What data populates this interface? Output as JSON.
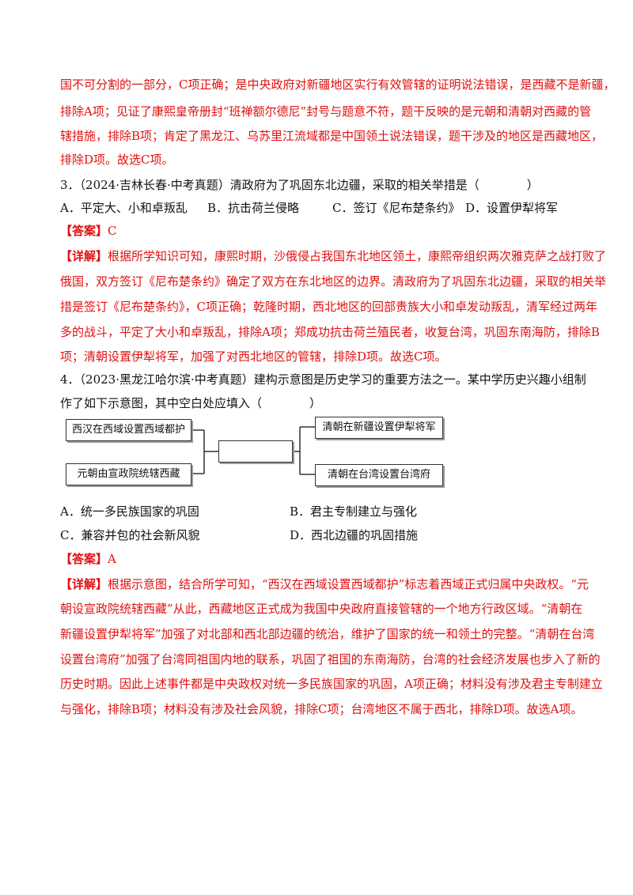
{
  "carryover": {
    "lines": [
      "国不可分割的一部分，C项正确；是中央政府对新疆地区实行有效管辖的证明说法错误，是西藏不是新疆，",
      "排除A项；见证了康熙皇帝册封“班禅额尔德尼”封号与题意不符，题干反映的是元朝和清朝对西藏的管",
      "辖措施，排除B项；肯定了黑龙江、乌苏里江流域都是中国领土说法错误，题干涉及的地区是西藏地区，",
      "排除D项。故选C项。"
    ]
  },
  "q3": {
    "stem": "3．（2024·吉林长春·中考真题）清政府为了巩固东北边疆，采取的相关举措是（　　　　）",
    "options": [
      "A．平定大、小和卓叛乱",
      "B．抗击荷兰侵略",
      "C．签订《尼布楚条约》",
      "D．设置伊犁将军"
    ],
    "answer_tag": "【答案】",
    "answer": "C",
    "analysis_tag": "【详解】",
    "analysis_first": "根据所学知识可知，康熙时期，沙俄侵占我国东北地区领土，康熙帝组织两次雅克萨之战打败了",
    "analysis_lines": [
      "俄国，双方签订《尼布楚条约》确定了双方在东北地区的边界。清政府为了巩固东北边疆，采取的相关举",
      "措是签订《尼布楚条约》，C项正确；乾隆时期，西北地区的回部贵族大小和卓发动叛乱，清军经过两年",
      "多的战斗，平定了大小和卓叛乱，排除A项；郑成功抗击荷兰殖民者，收复台湾，巩固东南海防，排除B",
      "项；清朝设置伊犁将军，加强了对西北地区的管辖，排除D项。故选C项。"
    ]
  },
  "q4": {
    "stem_lines": [
      "4．（2023·黑龙江哈尔滨·中考真题）建构示意图是历史学习的重要方法之一。某中学历史兴趣小组制",
      "作了如下示意图，其中空白处应填入（　　　　）"
    ],
    "diagram": {
      "left_top": "西汉在西域设置西域都护",
      "left_bottom": "元朝由宣政院统辖西藏",
      "center": "",
      "right_top": "清朝在新疆设置伊犁将军",
      "right_bottom": "清朝在台湾设置台湾府"
    },
    "options": [
      "A．统一多民族国家的巩固",
      "B．君主专制建立与强化",
      "C．兼容并包的社会新风貌",
      "D．西北边疆的巩固措施"
    ],
    "answer_tag": "【答案】",
    "answer": "A",
    "analysis_tag": "【详解】",
    "analysis_first": "根据示意图，结合所学可知，“西汉在西域设置西域都护”标志着西域正式归属中央政权。“元",
    "analysis_lines": [
      "朝设宣政院统辖西藏”从此，西藏地区正式成为我国中央政府直接管辖的一个地方行政区域。“清朝在",
      "新疆设置伊犁将军”加强了对北部和西北部边疆的统治，维护了国家的统一和领土的完整。“清朝在台湾",
      "设置台湾府”加强了台湾同祖国内地的联系，巩固了祖国的东南海防，台湾的社会经济发展也步入了新的",
      "历史时期。因此上述事件都是中央政权对统一多民族国家的巩固，A项正确；材料没有涉及君主专制建立",
      "与强化，排除B项；材料没有涉及社会风貌，排除C项；台湾地区不属于西北，排除D项。故选A项。"
    ]
  }
}
